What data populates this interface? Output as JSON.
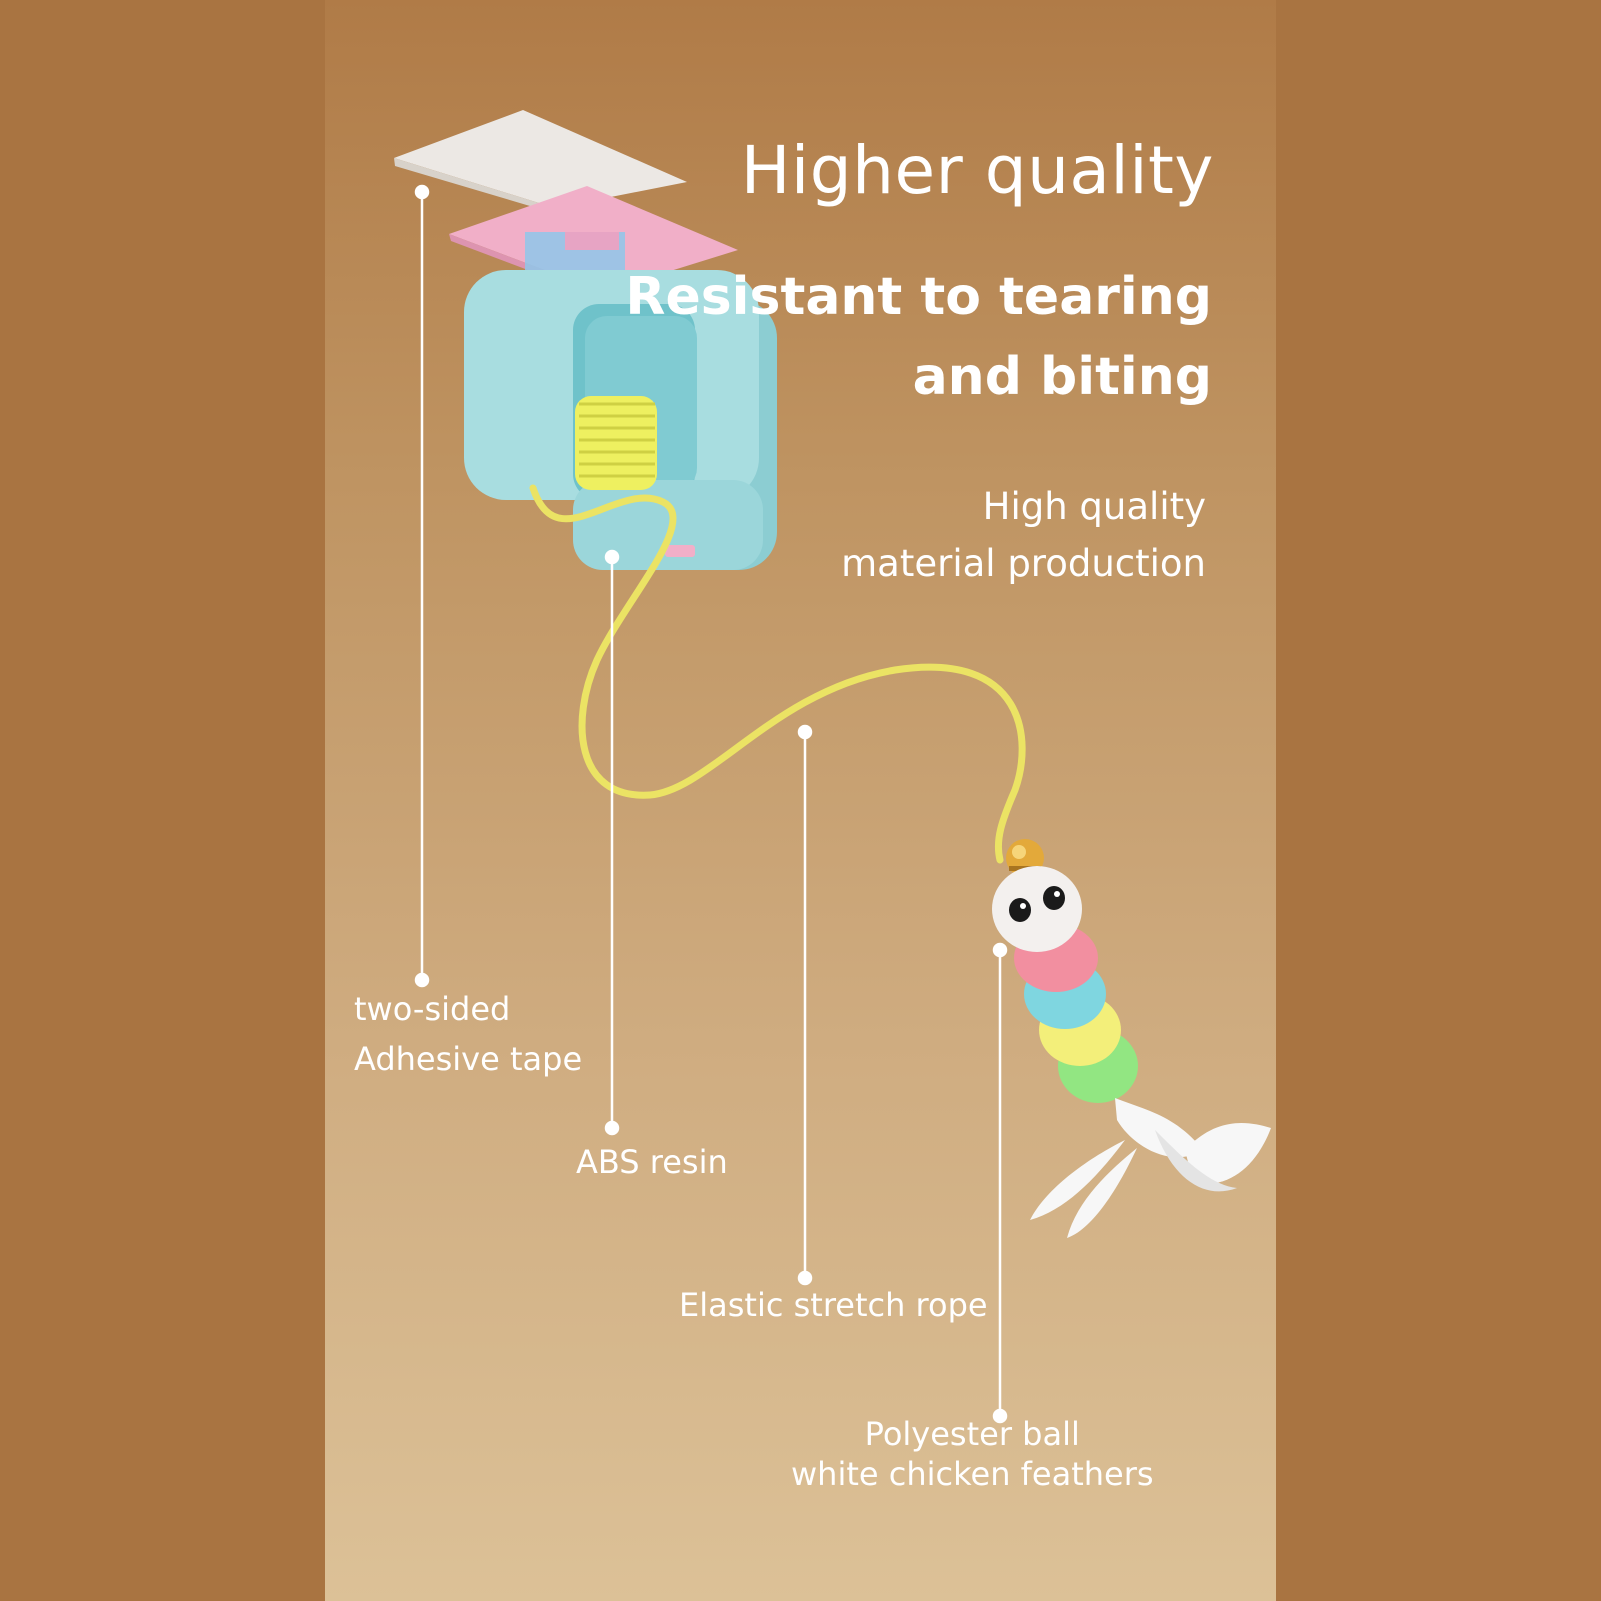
{
  "headline": "Higher quality",
  "subheadline": [
    "Resistant to tearing",
    "and biting"
  ],
  "description": [
    "High quality",
    "material production"
  ],
  "callouts": [
    {
      "lines": [
        "two-sided",
        "Adhesive tape"
      ]
    },
    {
      "lines": [
        "ABS resin"
      ]
    },
    {
      "lines": [
        "Elastic stretch rope"
      ]
    },
    {
      "lines": [
        "Polyester ball",
        "white chicken feathers"
      ]
    }
  ],
  "colors": {
    "outer_background": "#a97441",
    "panel_top": "#b07b47",
    "panel_bottom": "#dcc197",
    "text": "#ffffff",
    "holder": "#a8dde0",
    "base_plate": "#f1afc8",
    "tape": "#ece8e4",
    "spring": "#eef060",
    "rope": "#ebe364",
    "ball_pink": "#f28fa0",
    "ball_blue": "#7fd6e0",
    "ball_yellow": "#f3ef7a",
    "ball_green": "#92e682",
    "bell": "#e3a93a"
  },
  "illustration": "wall-mounted cat teaser toy"
}
